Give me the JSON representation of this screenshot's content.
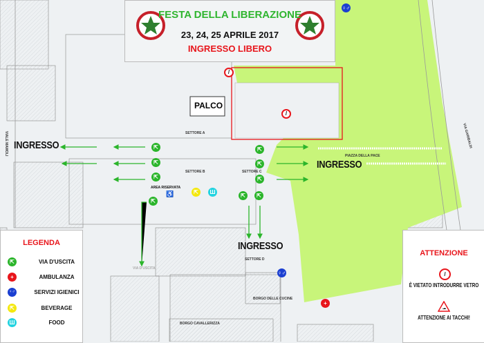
{
  "header": {
    "title": "FESTA DELLA LIBERAZIONE",
    "dates": "23, 24, 25 APRILE 2017",
    "entry": "INGRESSO LIBERO"
  },
  "colors": {
    "green_area": "#c8f57a",
    "exit": "#2bb52b",
    "ambulance": "#e8151b",
    "toilets": "#1b3fd1",
    "beverage": "#f4e80e",
    "food": "#22d3e0",
    "title_green": "#2fb52f",
    "red": "#e8151b"
  },
  "map": {
    "stage": "PALCO",
    "entrances": [
      "INGRESSO",
      "INGRESSO",
      "INGRESSO"
    ],
    "sectors": [
      "SETTORE A",
      "SETTORE B",
      "SETTORE C",
      "SETTORE D"
    ],
    "reserved_area": "AREA RISERVATA",
    "streets": [
      "VIALE MAMOLI",
      "VIA GARIBALDI",
      "PIAZZA DELLA PACE",
      "BORGO DELLE CUCINE",
      "BORGO CAVALLERIZZA",
      "VIA D'USCITA"
    ]
  },
  "legend": {
    "title": "LEGENDA",
    "items": [
      {
        "icon": "exit-icon",
        "label": "VIA D'USCITA"
      },
      {
        "icon": "ambulance-icon",
        "label": "AMBULANZA"
      },
      {
        "icon": "toilets-icon",
        "label": "SERVIZI IGIENICI"
      },
      {
        "icon": "beverage-icon",
        "label": "BEVERAGE"
      },
      {
        "icon": "food-icon",
        "label": "FOOD"
      }
    ]
  },
  "warning": {
    "title": "ATTENZIONE",
    "items": [
      {
        "icon": "no-glass-icon",
        "label": "È VIETATO INTRODURRE VETRO"
      },
      {
        "icon": "high-heels-warning-icon",
        "label": "ATTENZIONE AI TACCHI!"
      }
    ]
  }
}
